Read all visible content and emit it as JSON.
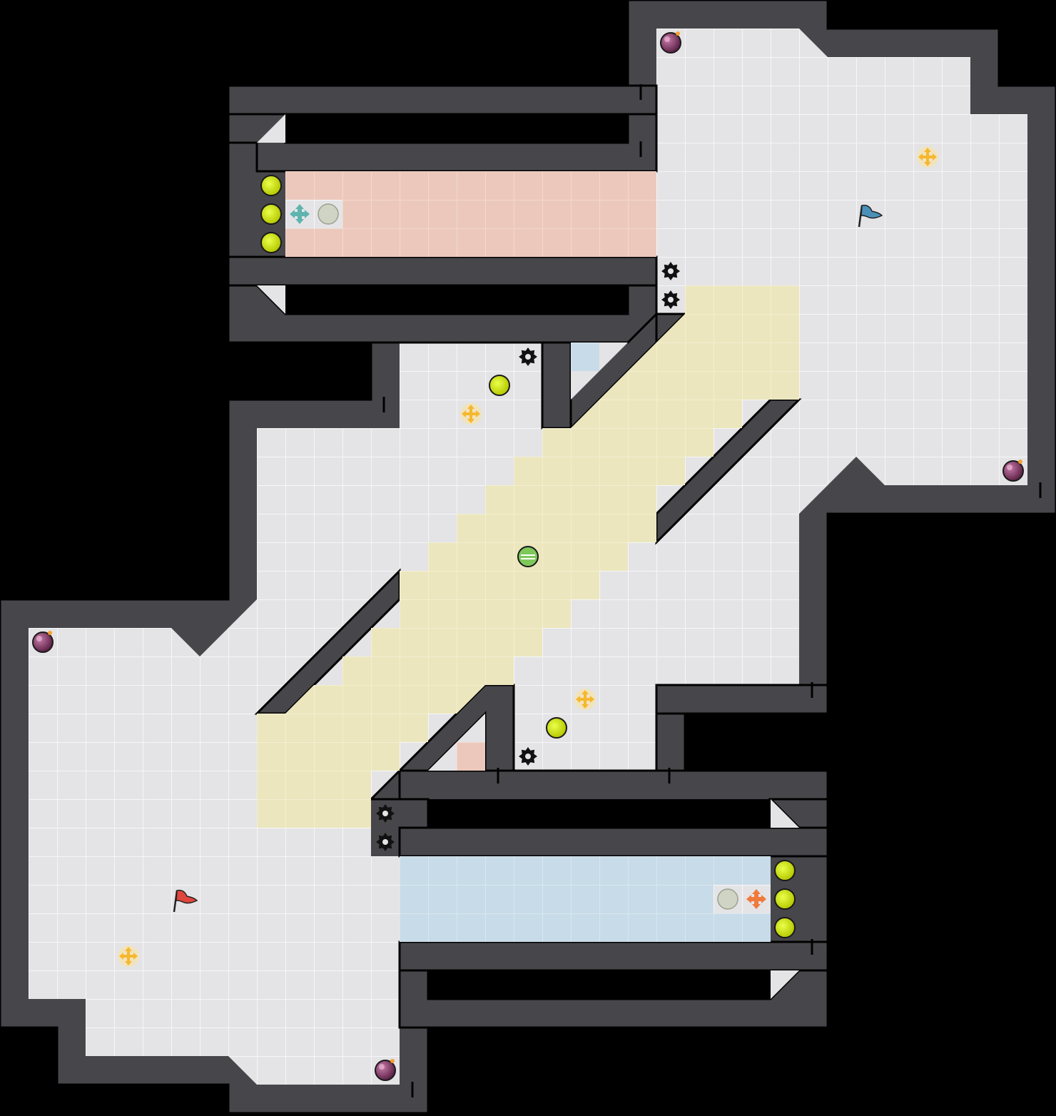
{
  "game": {
    "name": "",
    "grid_cell": "40px",
    "colors": {
      "background": "#000000",
      "wall": "#47474b",
      "wall_outline": "#000000",
      "floor": "#e4e4e7",
      "floor_grid": "#f5f5f7",
      "red_zone": "#ecc8bc",
      "blue_zone": "#c8dbe8",
      "neutral_zone": "#ebe6bd",
      "ball_yellow": "#d4e800",
      "bomb": "#8b3a6a",
      "flag_red": "#e0463c",
      "flag_blue": "#4a90b8",
      "powerup": "#f6b730",
      "teal_spawn": "#5fb4ae",
      "orange_spawn": "#f07a3c"
    }
  },
  "legend": {
    "tiles": [
      "floor",
      "wall",
      "red-team-zone",
      "blue-team-zone",
      "neutral-zone",
      "diagonal-wall"
    ],
    "objects": [
      "yellow-ball",
      "bomb",
      "spike",
      "powerup",
      "red-flag",
      "blue-flag",
      "portal",
      "spawn-marker",
      "center-ball"
    ]
  },
  "objects": {
    "red_flag": {
      "team": "red"
    },
    "blue_flag": {
      "team": "blue"
    },
    "center_ball": {
      "type": "green-striped"
    }
  }
}
